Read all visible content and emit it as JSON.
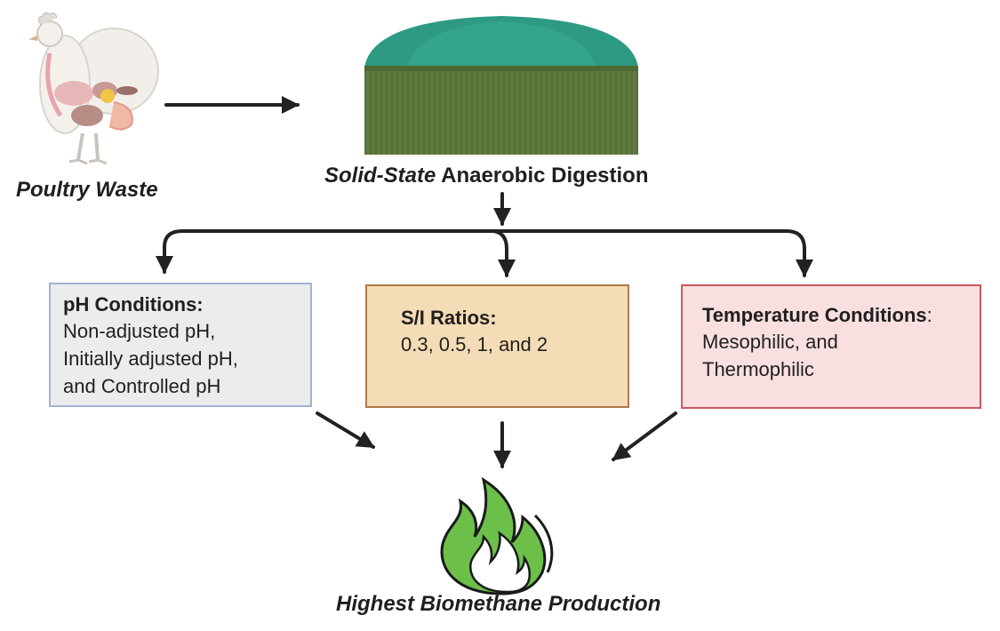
{
  "source": {
    "label": "Poultry Waste",
    "icon": "chicken-icon"
  },
  "process": {
    "label_italic": "Solid-State",
    "label_rest": " Anaerobic Digestion",
    "icon": "digester-tank-icon",
    "colors": {
      "dome": "#2e9a83",
      "body": "#5f7a3e"
    }
  },
  "conditions": [
    {
      "title": "pH Conditions:",
      "body": "Non-adjusted pH,\nInitially adjusted pH,\nand  Controlled pH"
    },
    {
      "title": "S/I Ratios:",
      "body": "0.3, 0.5, 1, and 2"
    },
    {
      "title": "Temperature Conditions",
      "title_suffix": ":",
      "body": "Mesophilic, and\nThermophilic"
    }
  ],
  "outcome": {
    "label": "Highest Biomethane Production",
    "icon": "flame-icon",
    "colors": {
      "flame": "#6cc04a"
    }
  }
}
